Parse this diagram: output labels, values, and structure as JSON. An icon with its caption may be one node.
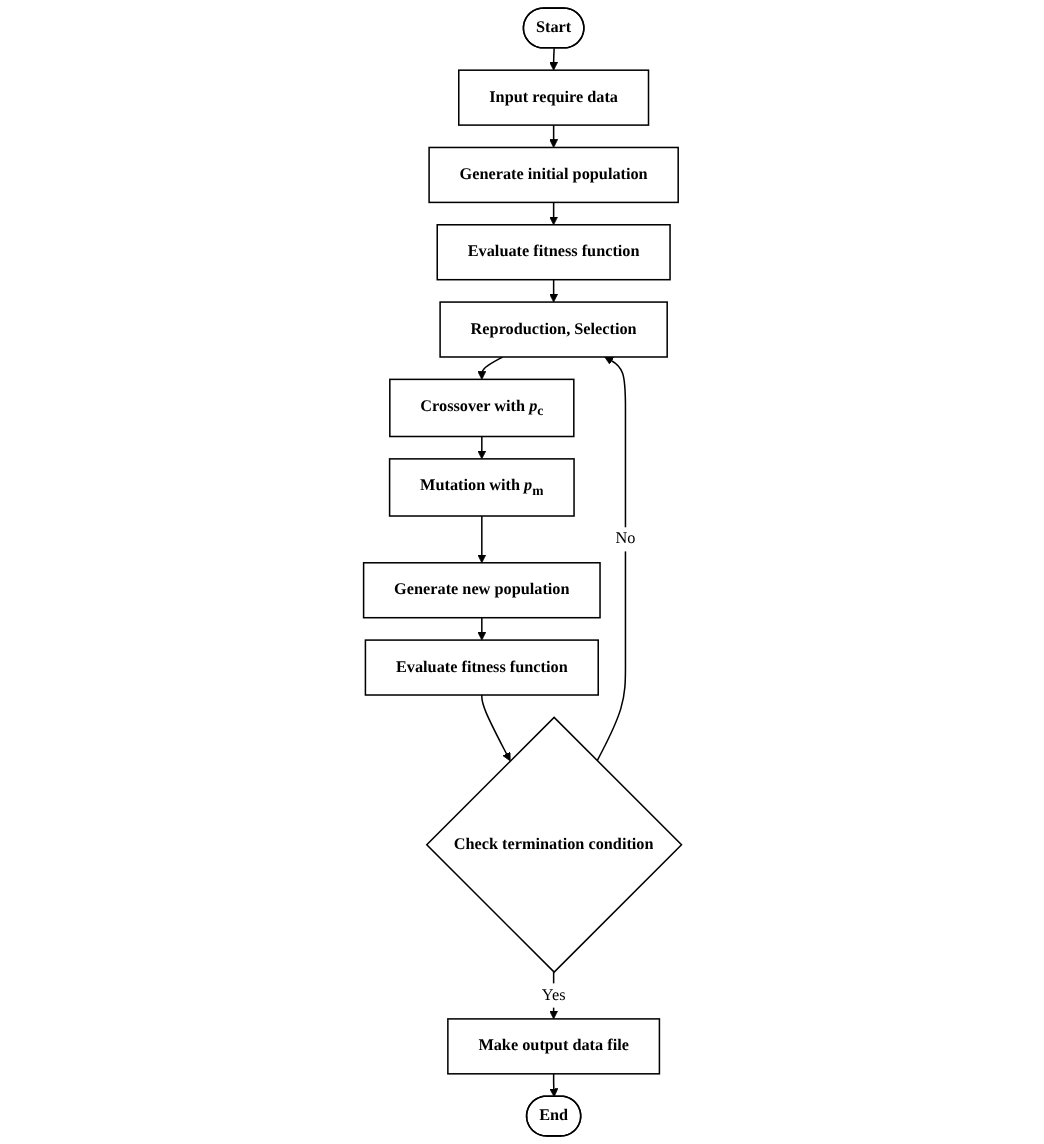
{
  "diagram": {
    "nodes": [
      {
        "text": [
          "Start"
        ]
      },
      {
        "text": [
          "Input require data"
        ]
      },
      {
        "text": [
          "Generate initial population"
        ]
      },
      {
        "text": [
          "Evaluate fitness function"
        ]
      },
      {
        "text": [
          "Reproduction, Selection"
        ]
      },
      {
        "text": [
          "Crossover with *p*$_{c}$"
        ]
      },
      {
        "text": [
          "Mutation with *p*$_{m}$"
        ]
      },
      {
        "text": [
          "Generate new population"
        ]
      },
      {
        "text": [
          "Evaluate fitness function"
        ]
      },
      {
        "text": [
          "Check termination condition"
        ]
      },
      {
        "text": [
          "Make output data file"
        ]
      },
      {
        "text": [
          "End"
        ]
      }
    ],
    "edges": [
      {
        "from": 0,
        "to": 1,
        "arrow": "to"
      },
      {
        "from": 1,
        "to": 2,
        "arrow": "to"
      },
      {
        "from": 2,
        "to": 3,
        "arrow": "to"
      },
      {
        "from": 3,
        "to": 4,
        "arrow": "to"
      },
      {
        "from": 4,
        "to": 5,
        "arrow": "to"
      },
      {
        "from": 5,
        "to": 6,
        "arrow": "to"
      },
      {
        "from": 6,
        "to": 7,
        "arrow": "to"
      },
      {
        "from": 7,
        "to": 8,
        "arrow": "to"
      },
      {
        "from": 8,
        "to": 9,
        "arrow": "to"
      },
      {
        "from": 9,
        "to": 4,
        "label": "No",
        "arrow": "to"
      },
      {
        "from": 9,
        "to": 10,
        "label": "Yes",
        "arrow": "to"
      },
      {
        "from": 10,
        "to": 11,
        "arrow": "to"
      }
    ]
  }
}
